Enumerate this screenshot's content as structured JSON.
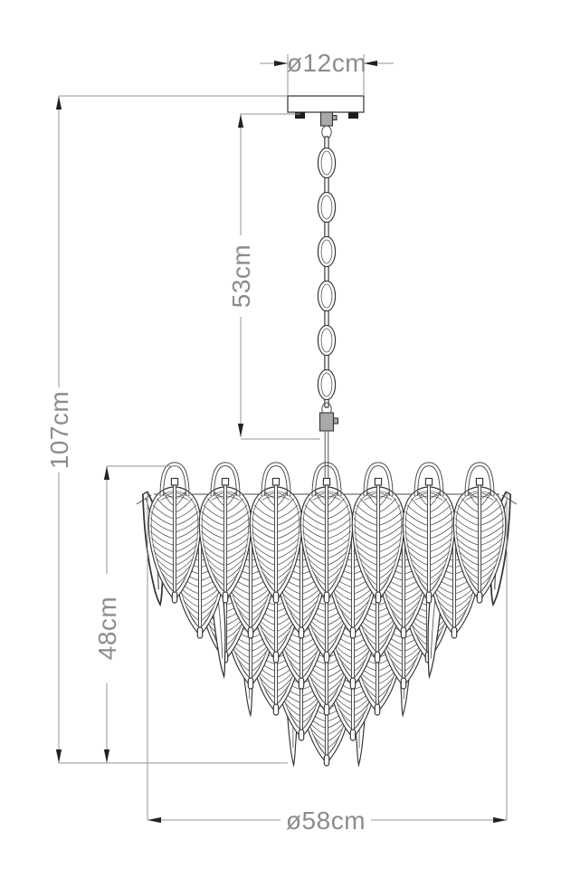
{
  "dimensions": {
    "canopy_diameter": "ø12cm",
    "chain_length": "53cm",
    "overall_height": "107cm",
    "body_height": "48cm",
    "body_diameter": "ø58cm"
  },
  "colors": {
    "background": "#ffffff",
    "drawing_line": "#3f3f3f",
    "dimension_line": "#949494",
    "dimension_text": "#8c8c8c",
    "arrow": "#222222"
  }
}
